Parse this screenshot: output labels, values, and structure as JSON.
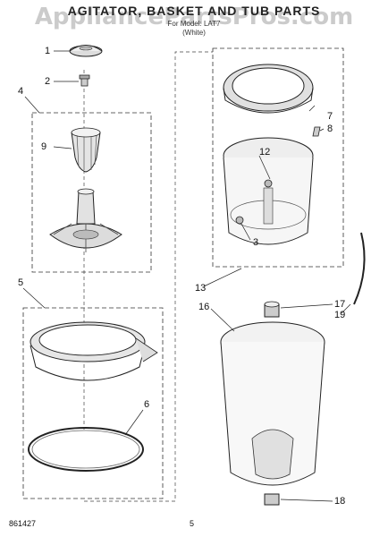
{
  "header": {
    "title": "AGITATOR, BASKET AND TUB PARTS",
    "line1": "For Model: LAT7",
    "line2": "(White)",
    "watermark": "AppliancePartsPros.com"
  },
  "callouts": [
    "1",
    "2",
    "3",
    "4",
    "5",
    "6",
    "7",
    "8",
    "9",
    "12",
    "13",
    "16",
    "17",
    "18",
    "19"
  ],
  "footer": {
    "left": "861427",
    "page": "5"
  }
}
